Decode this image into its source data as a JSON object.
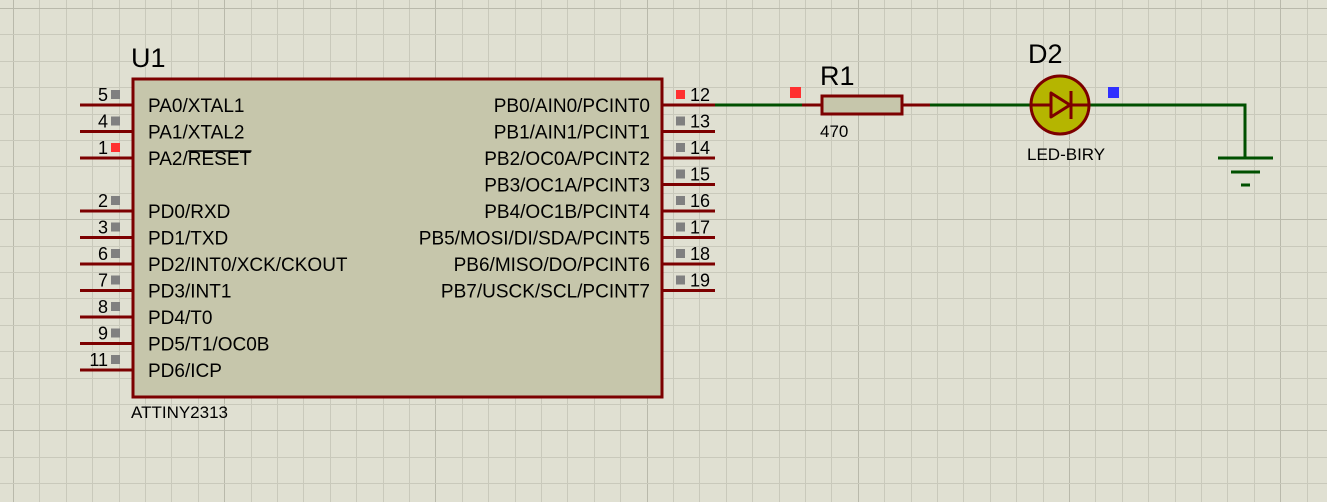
{
  "colors": {
    "background": "#e0e0d2",
    "grid_minor": "#c9c9bb",
    "grid_major": "#b9b9ab",
    "component_fill": "#c6c6ab",
    "component_outline": "#7c0000",
    "wire": "#005000",
    "led_fill": "#b5b500",
    "pin_marker": "#808080",
    "probe_high": "#ff3030",
    "probe_low": "#3030ff"
  },
  "u1": {
    "ref": "U1",
    "part": "ATTINY2313",
    "left_pins": [
      {
        "num": "5",
        "name": "PA0/XTAL1",
        "state": "none"
      },
      {
        "num": "4",
        "name": "PA1/XTAL2",
        "state": "none"
      },
      {
        "num": "1",
        "name": "PA2/",
        "overbar": "RESET",
        "state": "high"
      },
      {
        "num": "2",
        "name": "PD0/RXD",
        "state": "none"
      },
      {
        "num": "3",
        "name": "PD1/TXD",
        "state": "none"
      },
      {
        "num": "6",
        "name": "PD2/INT0/XCK/CKOUT",
        "state": "none"
      },
      {
        "num": "7",
        "name": "PD3/INT1",
        "state": "none"
      },
      {
        "num": "8",
        "name": "PD4/T0",
        "state": "none"
      },
      {
        "num": "9",
        "name": "PD5/T1/OC0B",
        "state": "none"
      },
      {
        "num": "11",
        "name": "PD6/ICP",
        "state": "none"
      }
    ],
    "right_pins": [
      {
        "num": "12",
        "name": "PB0/AIN0/PCINT0",
        "state": "high"
      },
      {
        "num": "13",
        "name": "PB1/AIN1/PCINT1",
        "state": "none"
      },
      {
        "num": "14",
        "name": "PB2/OC0A/PCINT2",
        "state": "none"
      },
      {
        "num": "15",
        "name": "PB3/OC1A/PCINT3",
        "state": "none"
      },
      {
        "num": "16",
        "name": "PB4/OC1B/PCINT4",
        "state": "none"
      },
      {
        "num": "17",
        "name": "PB5/MOSI/DI/SDA/PCINT5",
        "state": "none"
      },
      {
        "num": "18",
        "name": "PB6/MISO/DO/PCINT6",
        "state": "none"
      },
      {
        "num": "19",
        "name": "PB7/USCK/SCL/PCINT7",
        "state": "none"
      }
    ]
  },
  "r1": {
    "ref": "R1",
    "value": "470",
    "probe": "high"
  },
  "d2": {
    "ref": "D2",
    "part": "LED-BIRY",
    "probe": "low"
  }
}
